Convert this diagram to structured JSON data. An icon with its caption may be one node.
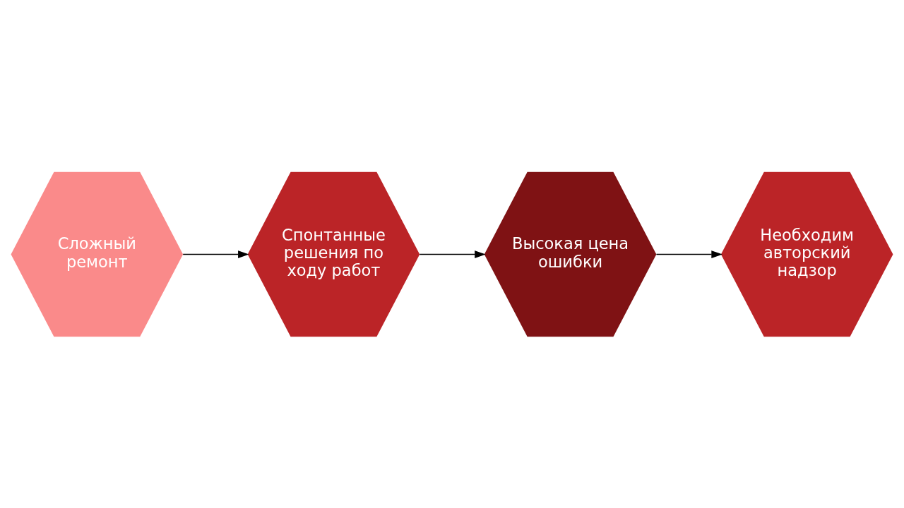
{
  "diagram": {
    "nodes": [
      {
        "text": [
          "Сложный ремонт"
        ]
      },
      {
        "text": [
          "Спонтанные решения по ходу работ"
        ]
      },
      {
        "text": [
          "Высокая цена ошибки"
        ]
      },
      {
        "text": [
          "Необходим авторский надзор"
        ]
      }
    ],
    "edges": [
      {
        "from": 0,
        "to": 1,
        "arrow": "to"
      },
      {
        "from": 1,
        "to": 2,
        "arrow": "to"
      },
      {
        "from": 2,
        "to": 3,
        "arrow": "to"
      }
    ]
  }
}
